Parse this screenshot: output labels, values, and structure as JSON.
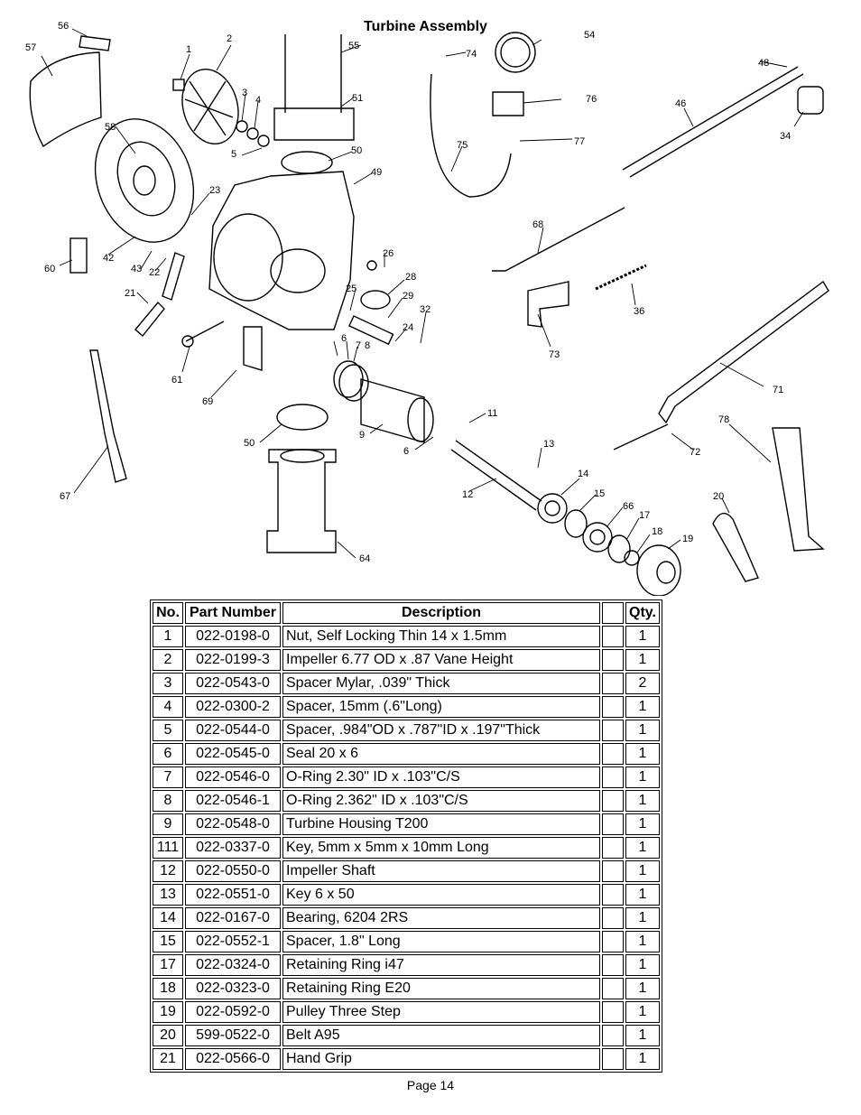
{
  "title": "Turbine Assembly",
  "diagram": {
    "callouts": [
      "56",
      "57",
      "1",
      "2",
      "3",
      "4",
      "5",
      "58",
      "55",
      "51",
      "50",
      "49",
      "54",
      "74",
      "76",
      "75",
      "77",
      "48",
      "46",
      "34",
      "23",
      "42",
      "43",
      "22",
      "21",
      "60",
      "26",
      "28",
      "25",
      "29",
      "32",
      "24",
      "6",
      "7",
      "68",
      "36",
      "73",
      "61",
      "69",
      "67",
      "50",
      "9",
      "11",
      "6",
      "13",
      "12",
      "14",
      "15",
      "66",
      "17",
      "18",
      "19",
      "20",
      "64",
      "71",
      "72",
      "78",
      "8"
    ]
  },
  "table": {
    "headers": {
      "no": "No.",
      "part_number": "Part Number",
      "description": "Description",
      "blank": "",
      "qty": "Qty."
    },
    "rows": [
      {
        "no": "1",
        "part_number": "022-0198-0",
        "description": "Nut, Self Locking Thin 14 x 1.5mm",
        "qty": "1"
      },
      {
        "no": "2",
        "part_number": "022-0199-3",
        "description": "Impeller 6.77 OD x .87 Vane Height",
        "qty": "1"
      },
      {
        "no": "3",
        "part_number": "022-0543-0",
        "description": "Spacer Mylar, .039\" Thick",
        "qty": "2"
      },
      {
        "no": "4",
        "part_number": "022-0300-2",
        "description": "Spacer, 15mm (.6\"Long)",
        "qty": "1"
      },
      {
        "no": "5",
        "part_number": "022-0544-0",
        "description": "Spacer, .984\"OD x .787\"ID x .197\"Thick",
        "qty": "1"
      },
      {
        "no": "6",
        "part_number": "022-0545-0",
        "description": "Seal 20 x 6",
        "qty": "1"
      },
      {
        "no": "7",
        "part_number": "022-0546-0",
        "description": "O-Ring 2.30\" ID x .103\"C/S",
        "qty": "1"
      },
      {
        "no": "8",
        "part_number": "022-0546-1",
        "description": "O-Ring 2.362\" ID x .103\"C/S",
        "qty": "1"
      },
      {
        "no": "9",
        "part_number": "022-0548-0",
        "description": "Turbine Housing T200",
        "qty": "1"
      },
      {
        "no": "111",
        "part_number": "022-0337-0",
        "description": "Key, 5mm x 5mm x 10mm  Long",
        "qty": "1"
      },
      {
        "no": "12",
        "part_number": "022-0550-0",
        "description": "Impeller Shaft",
        "qty": "1"
      },
      {
        "no": "13",
        "part_number": "022-0551-0",
        "description": "Key 6 x 50",
        "qty": "1"
      },
      {
        "no": "14",
        "part_number": "022-0167-0",
        "description": "Bearing, 6204 2RS",
        "qty": "1"
      },
      {
        "no": "15",
        "part_number": "022-0552-1",
        "description": "Spacer, 1.8\" Long",
        "qty": "1"
      },
      {
        "no": "17",
        "part_number": "022-0324-0",
        "description": "Retaining Ring i47",
        "qty": "1"
      },
      {
        "no": "18",
        "part_number": "022-0323-0",
        "description": "Retaining Ring E20",
        "qty": "1"
      },
      {
        "no": "19",
        "part_number": "022-0592-0",
        "description": "Pulley Three Step",
        "qty": "1"
      },
      {
        "no": "20",
        "part_number": "599-0522-0",
        "description": "Belt A95",
        "qty": "1"
      },
      {
        "no": "21",
        "part_number": "022-0566-0",
        "description": "Hand Grip",
        "qty": "1"
      }
    ]
  },
  "footer": {
    "page": "Page 14"
  }
}
